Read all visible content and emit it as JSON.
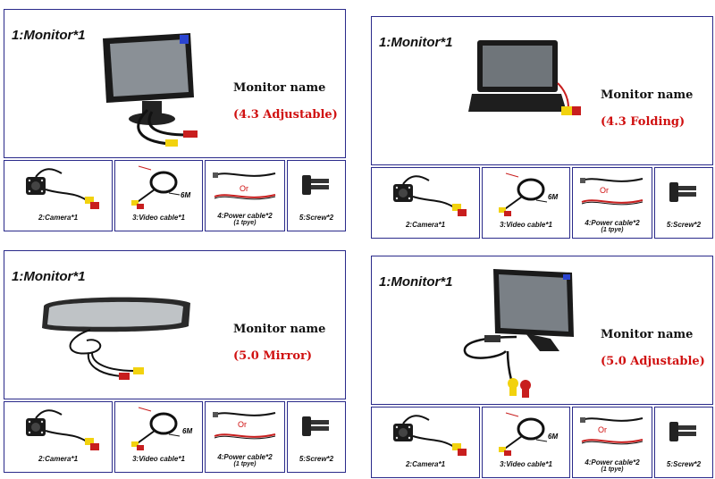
{
  "panels": [
    {
      "title": "1:Monitor*1",
      "monitor_name": "Monitor name",
      "monitor_type": "(4.3 Adjustable)"
    },
    {
      "title": "1:Monitor*1",
      "monitor_name": "Monitor name",
      "monitor_type": "(4.3 Folding)"
    },
    {
      "title": "1:Monitor*1",
      "monitor_name": "Monitor name",
      "monitor_type": "(5.0 Mirror)"
    },
    {
      "title": "1:Monitor*1",
      "monitor_name": "Monitor name",
      "monitor_type": "(5.0 Adjustable)"
    }
  ],
  "accessories": {
    "camera": "2:Camera*1",
    "video_cable": "3:Video cable*1",
    "cable_length": "6M",
    "or_text": "Or",
    "power_cable": "4:Power cable*2",
    "power_cable_note": "(1 tpye)",
    "screw": "5:Screw*2"
  },
  "colors": {
    "border": "#2a2a8a",
    "accent_red": "#d01010",
    "rca_yellow": "#f2d20e",
    "rca_red": "#c81e1e"
  }
}
